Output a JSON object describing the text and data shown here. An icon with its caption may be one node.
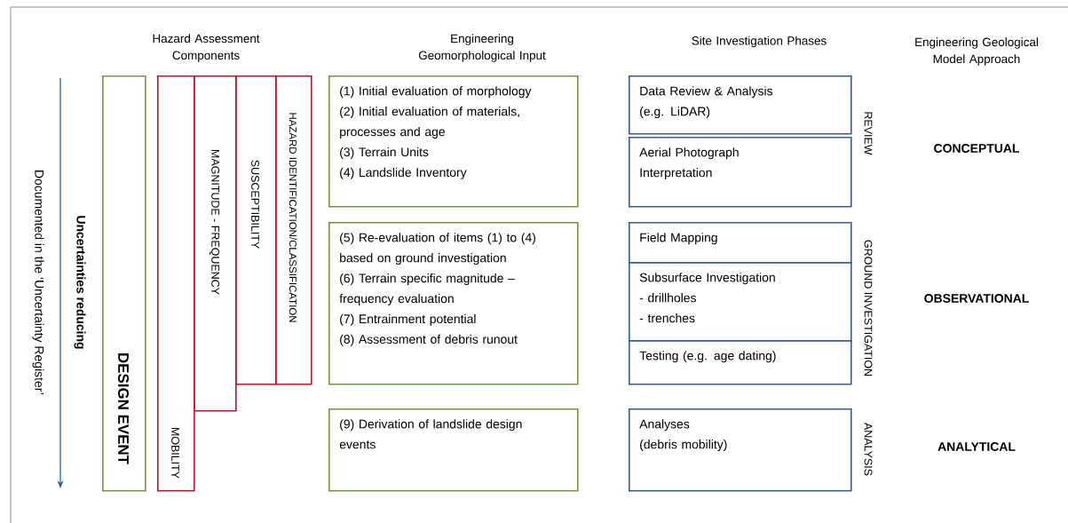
{
  "diagram": {
    "nodes": [
      {
        "text": [
          "DESIGN EVENT"
        ]
      },
      {
        "text": [
          "MOBILITY"
        ]
      },
      {
        "text": [
          "MAGNITUDE - FREQUENCY"
        ]
      },
      {
        "text": [
          "SUSCEPTIBILITY"
        ]
      },
      {
        "text": [
          "HAZARD IDENTIFICATION/CLASSIFICATION"
        ]
      },
      {
        "text": [
          "(1) Initial evaluation of morphology",
          "(2) Initial evaluation of materials, processes and age",
          "(3) Terrain Units",
          "(4) Landslide Inventory"
        ]
      },
      {
        "text": [
          "(5) Re-evaluation of items (1) to (4) based on ground investigation",
          "(6) Terrain specific magnitude – frequency evaluation",
          "(7) Entrainment potential",
          "(8) Assessment of debris runout"
        ]
      },
      {
        "text": [
          "(9) Derivation of landslide design events"
        ]
      },
      {
        "text": [
          "Data Review & Analysis",
          "(e.g. LiDAR)"
        ]
      },
      {
        "text": [
          "Aerial Photograph Interpretation"
        ]
      },
      {
        "text": [
          "Field Mapping"
        ]
      },
      {
        "text": [
          "Subsurface Investigation",
          "- drillholes",
          "- trenches"
        ]
      },
      {
        "text": [
          "Testing (e.g. age dating)"
        ]
      },
      {
        "text": [
          "Analyses",
          "(debris mobility)"
        ]
      }
    ],
    "labels": [
      "Hazard Assessment Components",
      "Engineering Geomorphological Input",
      "Site Investigation Phases",
      "Engineering Geological Model Approach",
      "Documented in the ‘Uncertainty Register’",
      "Uncertainties reducing",
      "REVIEW",
      "CONCEPTUAL",
      "GROUND INVESTIGATION",
      "OBSERVATIONAL",
      "ANALYSIS",
      "ANALYTICAL"
    ]
  }
}
